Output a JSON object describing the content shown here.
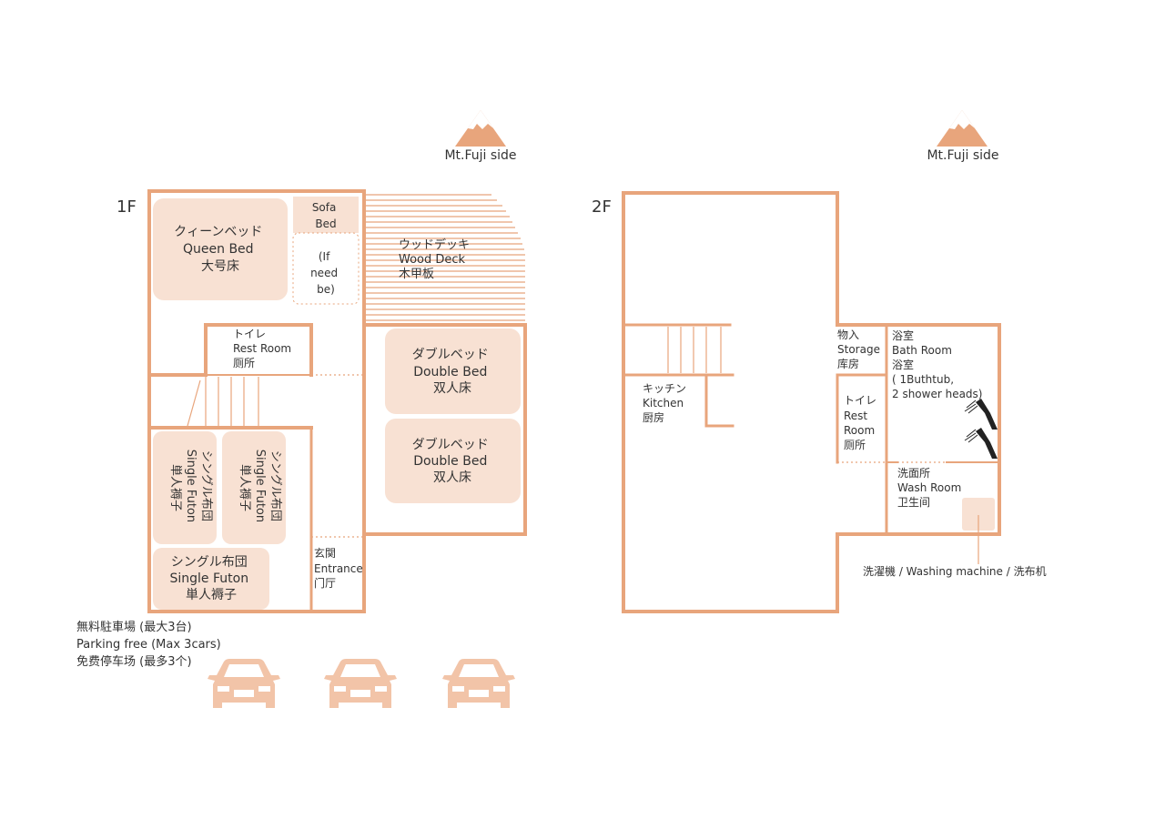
{
  "fuji_icons": [
    {
      "label": "Mt.Fuji side",
      "icon": "mountain-fuji-icon"
    },
    {
      "label": "Mt.Fuji side",
      "icon": "mountain-fuji-icon"
    }
  ],
  "floor1": {
    "title": "1F",
    "queen_bed": [
      "クィーンベッド",
      "Queen Bed",
      "大号床"
    ],
    "sofa_bed": [
      "Sofa",
      "Bed"
    ],
    "sofa_note": [
      "(If",
      "need",
      "be)"
    ],
    "wood_deck": [
      "ウッドデッキ",
      "Wood Deck",
      "木甲板"
    ],
    "restroom": [
      "トイレ",
      "Rest Room",
      "厕所"
    ],
    "double_bed_1": [
      "ダブルベッド",
      "Double Bed",
      "双人床"
    ],
    "double_bed_2": [
      "ダブルベッド",
      "Double Bed",
      "双人床"
    ],
    "single_futon_1": [
      "シングル布団",
      "Single Futon",
      "単人褥子"
    ],
    "single_futon_2": [
      "シングル布団",
      "Single Futon",
      "単人褥子"
    ],
    "single_futon_3": [
      "シングル布団",
      "Single Futon",
      "単人褥子"
    ],
    "entrance": [
      "玄関",
      "Entrance",
      "门厅"
    ]
  },
  "parking": {
    "lines": [
      "無料駐車場 (最大3台)",
      "Parking free (Max 3cars)",
      "免费停车场 (最多3个)"
    ],
    "car_count": 3,
    "icon": "car-icon"
  },
  "floor2": {
    "title": "2F",
    "kitchen": [
      "キッチン",
      "Kitchen",
      "厨房"
    ],
    "storage": [
      "物入",
      "Storage",
      "库房"
    ],
    "bathroom": [
      "浴室",
      "Bath Room",
      "浴室",
      "( 1Buthtub,",
      "2 shower heads)"
    ],
    "restroom": [
      "トイレ",
      "Rest",
      "Room",
      "厕所"
    ],
    "washroom": [
      "洗面所",
      "Wash Room",
      "卫生间"
    ],
    "washing_machine": "洗濯機 / Washing machine / 洗布机"
  },
  "colors": {
    "wall": "#e8a57c",
    "bed_fill": "#f8e1d3",
    "car_fill": "#f2c4a8",
    "text": "#333333"
  }
}
